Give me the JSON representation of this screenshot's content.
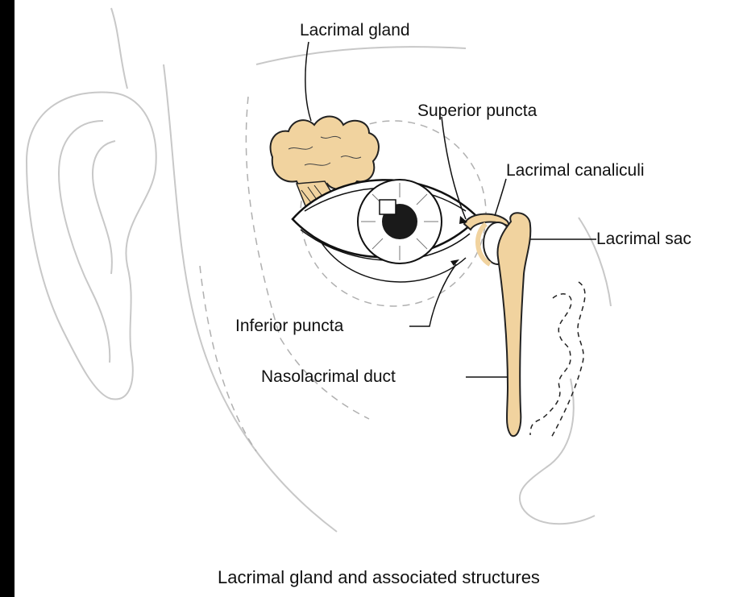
{
  "labels": {
    "lacrimal_gland": "Lacrimal gland",
    "superior_puncta": "Superior puncta",
    "lacrimal_canaliculi": "Lacrimal canaliculi",
    "lacrimal_sac": "Lacrimal sac",
    "inferior_puncta": "Inferior puncta",
    "nasolacrimal_duct": "Nasolacrimal duct"
  },
  "caption": "Lacrimal gland and associated structures",
  "colors": {
    "background": "#000000",
    "panel": "#ffffff",
    "structure_fill": "#f1d39f",
    "ink": "#111111",
    "faint_outline": "#c8c8c8"
  }
}
